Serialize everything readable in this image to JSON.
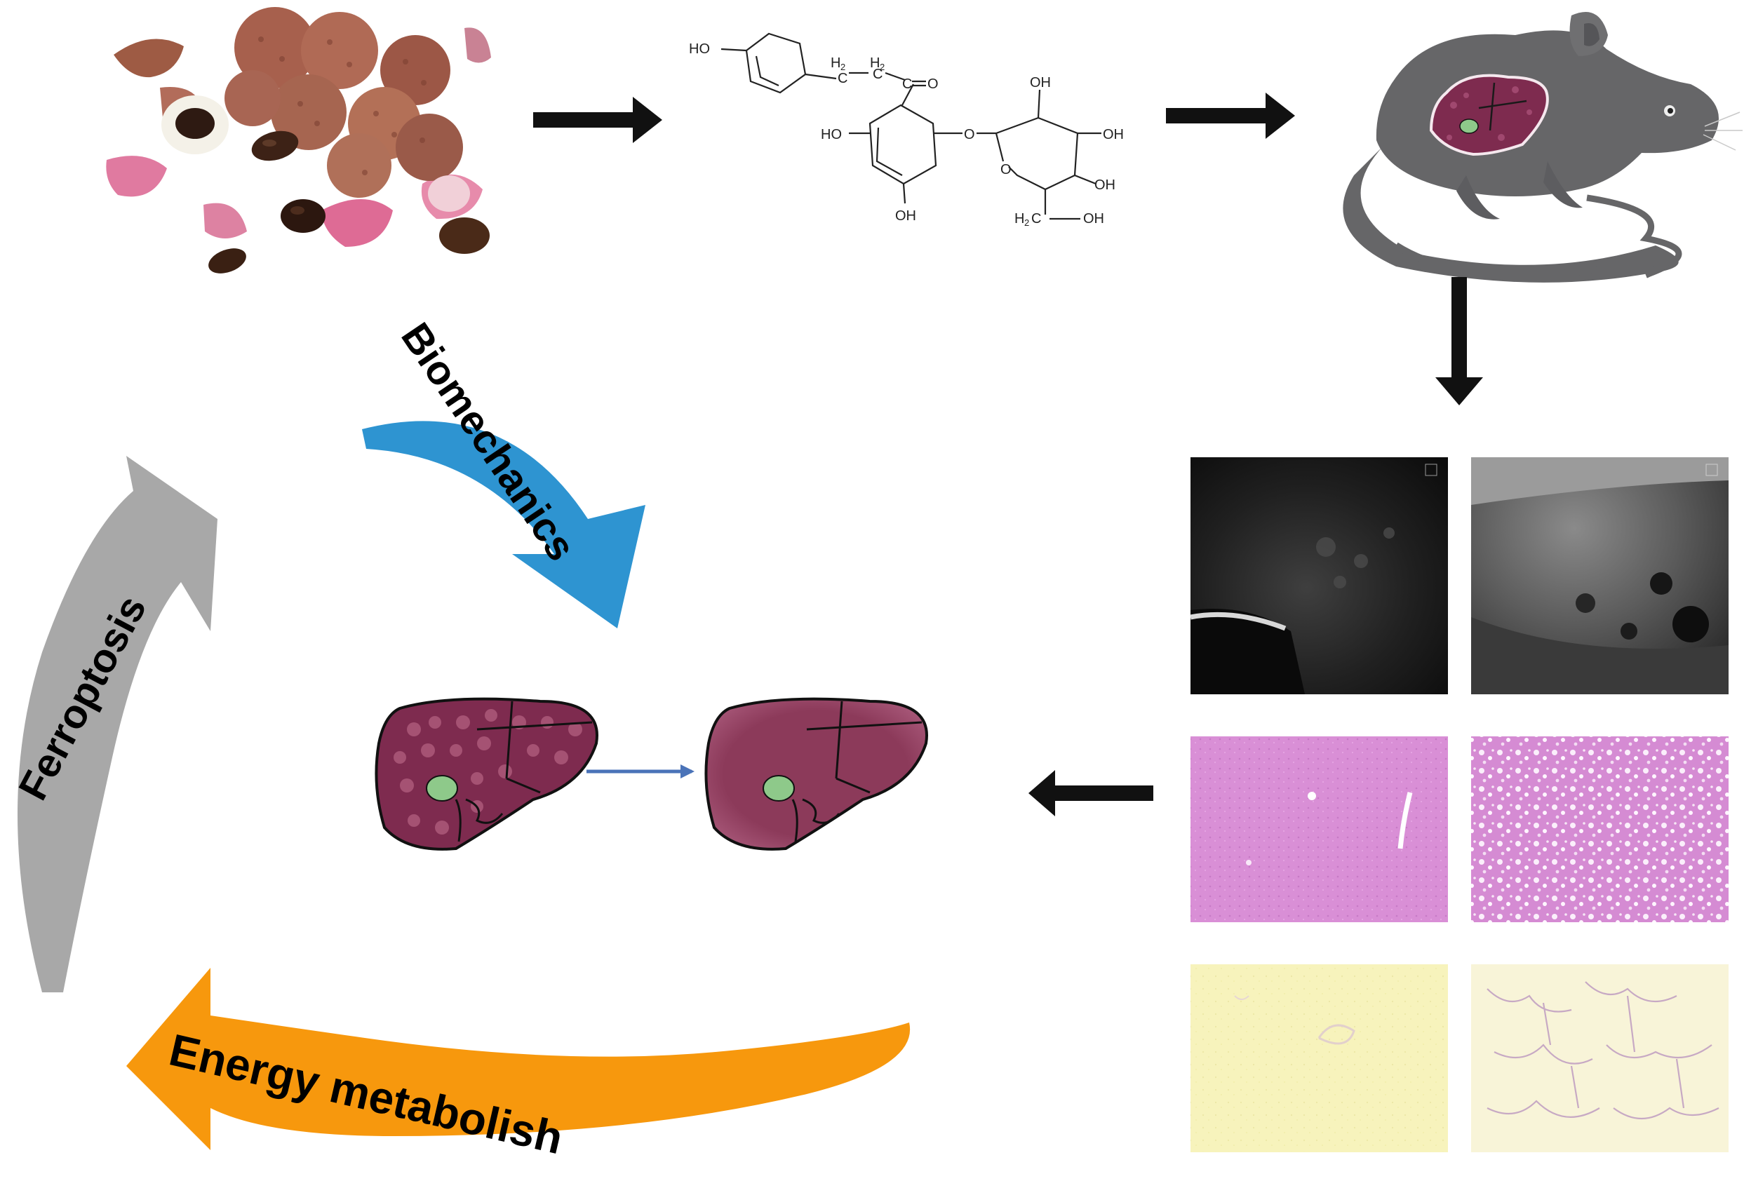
{
  "molecule": {
    "groups": {
      "phenol_oh": "HO",
      "ch2_a": "H",
      "ch2_a_sub": "2",
      "ch2_a_c": "C",
      "ch2_b": "H",
      "ch2_b_sub": "2",
      "ch2_b_c": "C",
      "carbonyl_c": "C",
      "carbonyl_o": "O",
      "ring_ho_left": "HO",
      "ring_oh_bottom": "OH",
      "ether_o": "O",
      "ring_o": "O",
      "sugar_oh_top": "OH",
      "sugar_oh_right": "OH",
      "sugar_oh_lower": "OH",
      "ch2oh_h": "H",
      "ch2oh_sub": "2",
      "ch2oh_c": "C",
      "ch2oh_oh": "OH"
    }
  },
  "labels": {
    "biomechanics": "Biomechanics",
    "ferroptosis": "Ferroptosis",
    "energy": "Energy metabolish"
  },
  "colors": {
    "arrow_black": "#111111",
    "biomechanics_blue": "#2e94d1",
    "ferroptosis_gray": "#a8a8a8",
    "energy_orange": "#f7980d",
    "liver_arrow": "#4a73b8",
    "mouse_gray": "#666668",
    "liver_fatty": "#7e2b4f",
    "liver_healthy": "#8c3a5a",
    "gallbladder": "#8ec98a",
    "he_stain": "#d98fd6",
    "sirius_stain": "#f7f3bc"
  }
}
